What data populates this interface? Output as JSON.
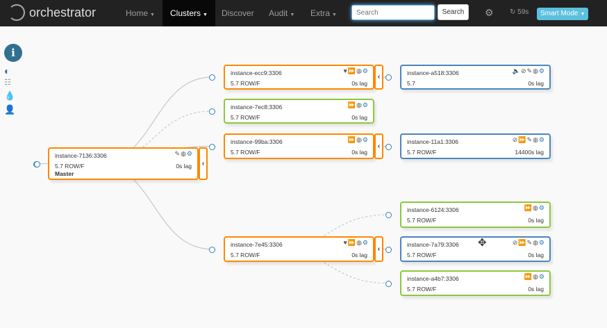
{
  "nav": {
    "brand": "orchestrator",
    "items": [
      {
        "label": "Home",
        "caret": true
      },
      {
        "label": "Clusters",
        "caret": true,
        "active": true
      },
      {
        "label": "Discover",
        "caret": false
      },
      {
        "label": "Audit",
        "caret": true
      },
      {
        "label": "Extra",
        "caret": true
      }
    ],
    "search_placeholder": "Search",
    "search_button": "Search",
    "timer": "59s",
    "smart_mode": "Smart Mode"
  },
  "sidebar": [
    "info-icon",
    "contrast-icon",
    "columns-icon",
    "tint-icon",
    "user-icon"
  ],
  "colors": {
    "orange": "#ff8800",
    "green": "#8cc83c",
    "blue": "#4a86c0"
  },
  "nodes": [
    {
      "id": "7136",
      "name": "instance-7136:3306",
      "version": "5.7 ROW/F",
      "lag": "0s lag",
      "role": "Master",
      "color": "orange",
      "icons": [
        "pencil",
        "globe",
        "gear"
      ],
      "collapsible": true
    },
    {
      "id": "ecc9",
      "name": "instance-ecc9:3306",
      "version": "5.7 ROW/F",
      "lag": "0s lag",
      "color": "orange",
      "icons": [
        "heart",
        "forward",
        "globe",
        "gear"
      ],
      "collapsible": true
    },
    {
      "id": "7ec8",
      "name": "instance-7ec8:3306",
      "version": "5.7 ROW/F",
      "lag": "0s lag",
      "color": "green",
      "icons": [
        "forward",
        "globe",
        "gear"
      ]
    },
    {
      "id": "99ba",
      "name": "instance-99ba:3306",
      "version": "5.7 ROW/F",
      "lag": "0s lag",
      "color": "orange",
      "icons": [
        "forward",
        "globe",
        "gear"
      ],
      "collapsible": true
    },
    {
      "id": "7e45",
      "name": "instance-7e45:3306",
      "version": "5.7 ROW/F",
      "lag": "0s lag",
      "color": "orange",
      "icons": [
        "heart",
        "forward",
        "globe",
        "gear"
      ],
      "collapsible": true
    },
    {
      "id": "a518",
      "name": "instance-a518:3306",
      "version": "5.7",
      "lag": "0s lag",
      "color": "blue",
      "icons": [
        "mute",
        "ban",
        "pencil",
        "globe",
        "gear"
      ]
    },
    {
      "id": "11a1",
      "name": "instance-11a1:3306",
      "version": "5.7 ROW/F",
      "lag": "14400s lag",
      "color": "blue",
      "icons": [
        "ban",
        "forward",
        "pencil",
        "globe",
        "gear"
      ]
    },
    {
      "id": "6124",
      "name": "instance-6124:3306",
      "version": "5.7 ROW/F",
      "lag": "0s lag",
      "color": "green",
      "icons": [
        "forward",
        "globe",
        "gear"
      ]
    },
    {
      "id": "7a79",
      "name": "instance-7a79:3306",
      "version": "5.7 ROW/F",
      "lag": "0s lag",
      "color": "blue",
      "icons": [
        "ban",
        "forward",
        "pencil",
        "globe",
        "gear"
      ]
    },
    {
      "id": "a4b7",
      "name": "instance-a4b7:3306",
      "version": "5.7 ROW/F",
      "lag": "0s lag",
      "color": "green",
      "icons": [
        "forward",
        "globe",
        "gear"
      ]
    }
  ],
  "links": [
    {
      "from": "7136",
      "to": "ecc9",
      "style": "solid"
    },
    {
      "from": "7136",
      "to": "7ec8",
      "style": "dashed"
    },
    {
      "from": "7136",
      "to": "99ba",
      "style": "solid"
    },
    {
      "from": "7136",
      "to": "7e45",
      "style": "solid"
    },
    {
      "from": "ecc9",
      "to": "a518",
      "style": "solid"
    },
    {
      "from": "99ba",
      "to": "11a1",
      "style": "solid"
    },
    {
      "from": "7e45",
      "to": "6124",
      "style": "dashed"
    },
    {
      "from": "7e45",
      "to": "7a79",
      "style": "solid"
    },
    {
      "from": "7e45",
      "to": "a4b7",
      "style": "dashed"
    }
  ]
}
